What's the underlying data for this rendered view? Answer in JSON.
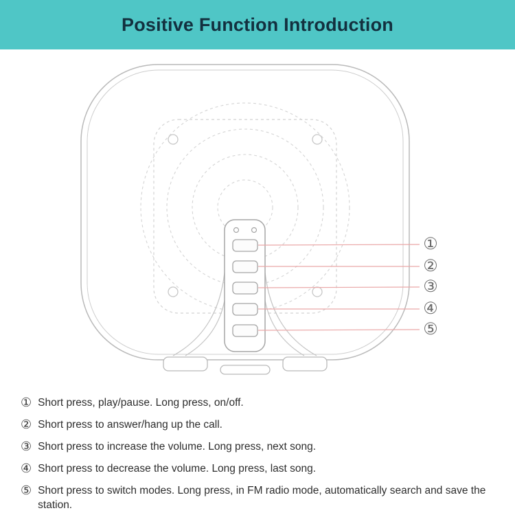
{
  "header": {
    "title": "Positive Function Introduction"
  },
  "colors": {
    "header_bg": "#4fc6c6",
    "header_text": "#13303f",
    "sketch_outline": "#b9b9b9",
    "sketch_dashed": "#d2d2d2",
    "leader_line": "#eaa6a6",
    "callout_number": "#6b6b6b",
    "body_text": "#2d2d2d"
  },
  "diagram": {
    "callouts": [
      "①",
      "②",
      "③",
      "④",
      "⑤"
    ]
  },
  "instructions": [
    {
      "num": "①",
      "text": "Short press, play/pause. Long press, on/off."
    },
    {
      "num": "②",
      "text": "Short press to answer/hang up the call."
    },
    {
      "num": "③",
      "text": "Short press to increase the volume. Long press, next song."
    },
    {
      "num": "④",
      "text": "Short press to decrease the volume. Long press, last song."
    },
    {
      "num": "⑤",
      "text": "Short press to switch modes. Long press, in FM radio mode, automatically search and save the station."
    }
  ]
}
